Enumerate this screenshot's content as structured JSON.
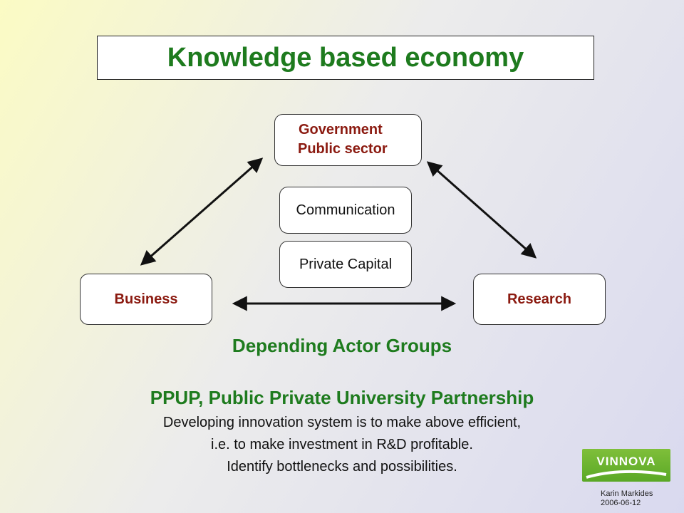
{
  "title": "Knowledge based economy",
  "nodes": {
    "government_line1": "Government",
    "government_line2": "Public sector",
    "communication": "Communication",
    "private_capital": "Private Capital",
    "business": "Business",
    "research": "Research"
  },
  "heading": "Depending Actor Groups",
  "ppup_title": "PPUP, Public Private University Partnership",
  "body_lines": [
    "Developing innovation system is to make above efficient,",
    "i.e. to make investment in R&D profitable.",
    "Identify bottlenecks and possibilities."
  ],
  "logo_text": "VINNOVA",
  "footer": {
    "author": "Karin Markides",
    "date": "2006-06-12"
  },
  "colors": {
    "title_green": "#1e7b1e",
    "node_red": "#8b1a10",
    "logo_green": "#6ab02e"
  }
}
